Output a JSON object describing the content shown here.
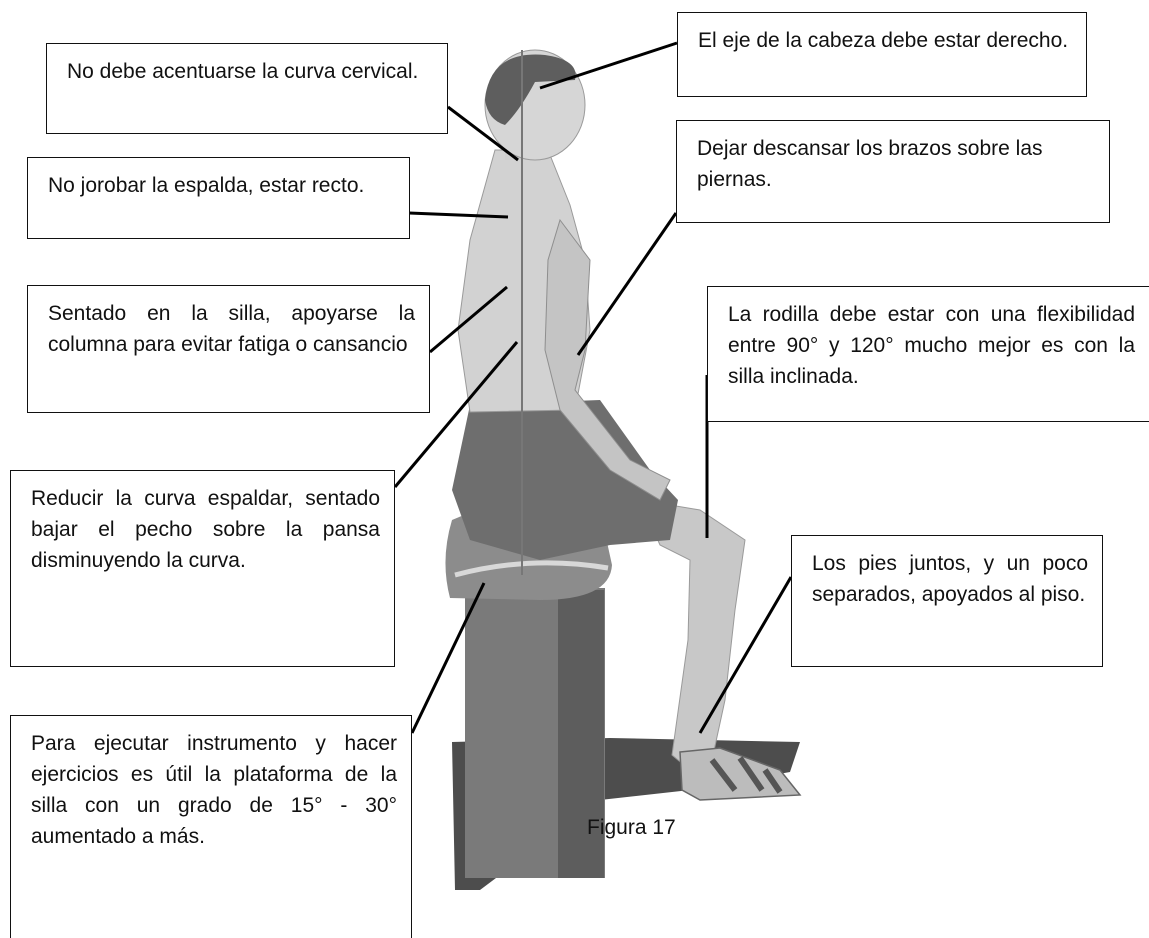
{
  "callouts": {
    "cervical": "No debe acentuarse la curva cervical.",
    "head_axis": "El eje de la cabeza debe estar derecho.",
    "back": "No jorobar la espalda, estar recto.",
    "arms": "Dejar descansar los brazos sobre las piernas.",
    "spine_support": "Sentado en la silla, apoyarse la columna para evitar fatiga o cansancio",
    "knee": "La rodilla debe estar con una flexibilidad entre 90° y 120° mucho mejor es con la silla inclinada.",
    "back_curve": "Reducir la curva espaldar, sentado bajar el pecho sobre la pansa disminuyendo la curva.",
    "feet": "Los pies juntos, y un poco separados, apoyados al piso.",
    "platform": "Para ejecutar instrumento y hacer ejercicios es útil la plataforma de la silla con un grado de 15° - 30° aumentado a más."
  },
  "caption": "Figura 17",
  "colors": {
    "skin": "#cfcfcf",
    "shorts": "#6e6e6e",
    "seat": "#8a8a8a",
    "shadow": "#2e2e2e"
  }
}
